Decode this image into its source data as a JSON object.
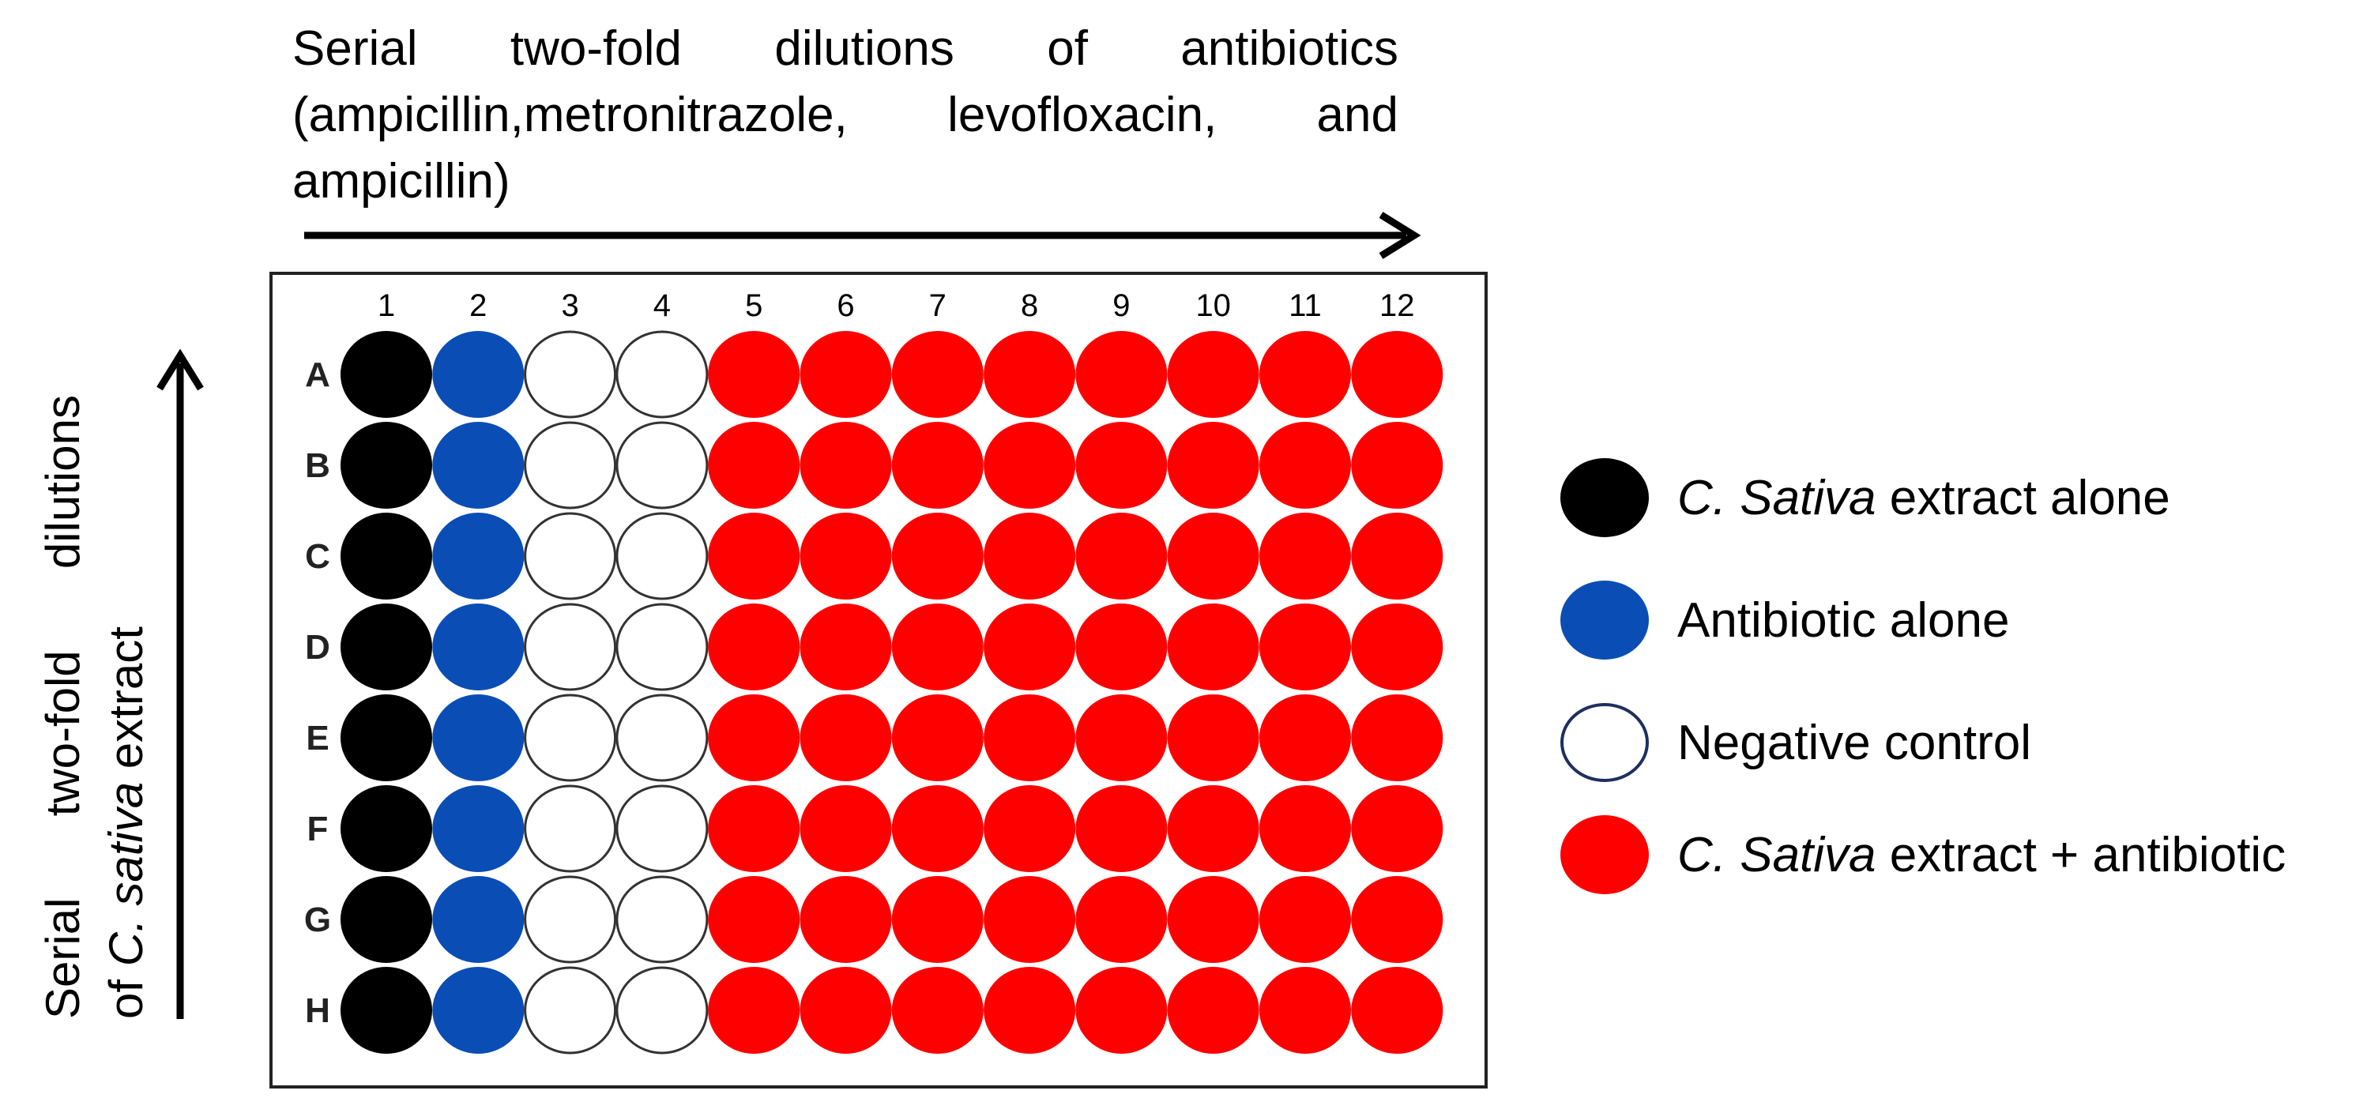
{
  "top_caption": {
    "line1": "Serial two-fold dilutions of antibiotics",
    "line2": "(ampicillin,metronitrazole, levofloxacin, and",
    "line3": "ampicillin)"
  },
  "left_caption": {
    "line1": "Serial two-fold dilutions",
    "line2_prefix": "of ",
    "line2_italic": "C. sativa",
    "line2_suffix": " extract"
  },
  "plate": {
    "columns": [
      "1",
      "2",
      "3",
      "4",
      "5",
      "6",
      "7",
      "8",
      "9",
      "10",
      "11",
      "12"
    ],
    "rows": [
      "A",
      "B",
      "C",
      "D",
      "E",
      "F",
      "G",
      "H"
    ],
    "column_groups": [
      "extract",
      "antibiotic",
      "negative",
      "negative",
      "combo",
      "combo",
      "combo",
      "combo",
      "combo",
      "combo",
      "combo",
      "combo"
    ]
  },
  "legend": [
    {
      "key": "extract",
      "italic": "C. Sativa",
      "text": " extract alone",
      "fill": "#000000",
      "stroke": "#000000"
    },
    {
      "key": "antibiotic",
      "italic": "",
      "text": "Antibiotic alone",
      "fill": "#0a4eb5",
      "stroke": "#0a4eb5"
    },
    {
      "key": "negative",
      "italic": "",
      "text": "Negative control",
      "fill": "#ffffff",
      "stroke": "#1f2f5e"
    },
    {
      "key": "combo",
      "italic": "C. Sativa",
      "text": " extract + antibiotic",
      "fill": "#ff0000",
      "stroke": "#ff0000"
    }
  ]
}
